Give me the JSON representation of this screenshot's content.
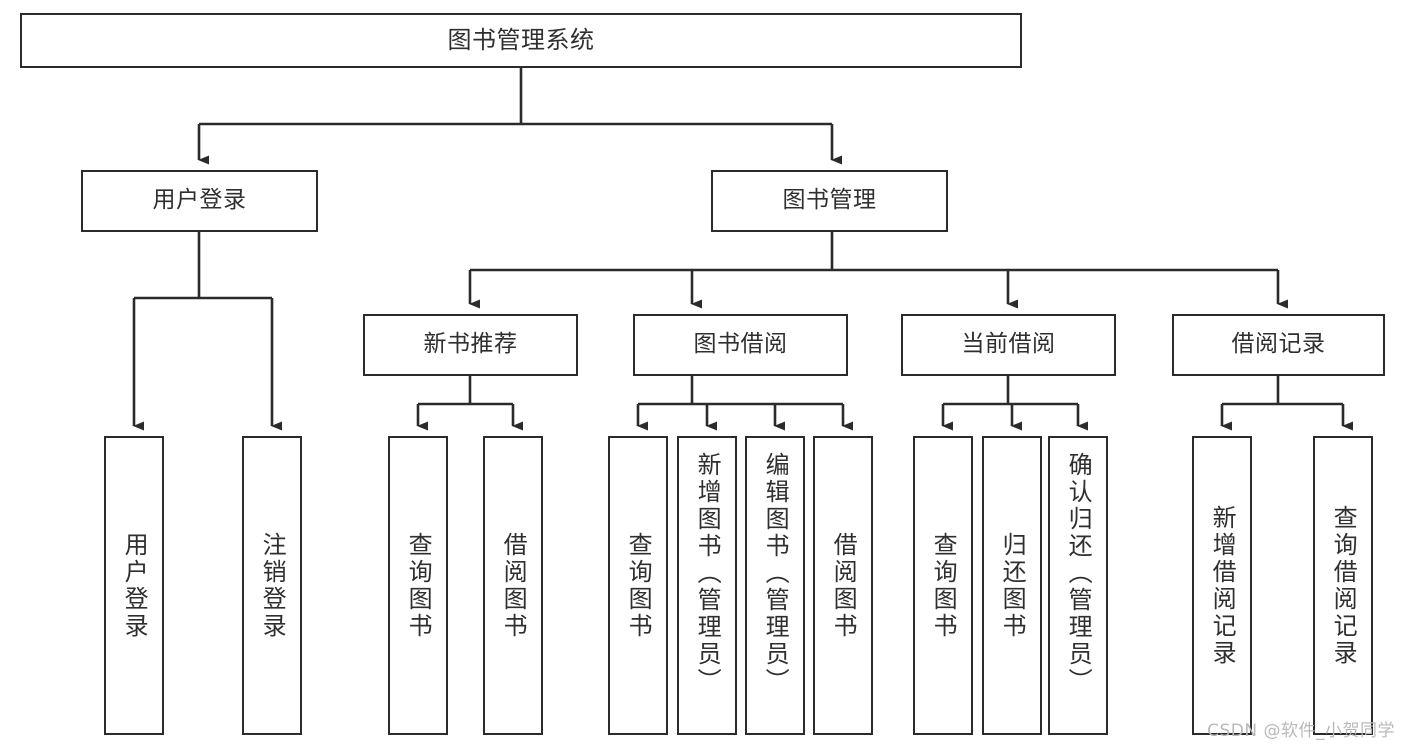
{
  "diagram": {
    "title": "图书管理系统",
    "type": "tree-hierarchy-chart",
    "stroke_color": "#2b2b2b",
    "text_color": "#2f2f2f",
    "background_color": "#ffffff"
  },
  "nodes": {
    "root": {
      "label": "图书管理系统"
    },
    "level2": [
      {
        "label": "用户登录"
      },
      {
        "label": "图书管理"
      }
    ],
    "level3": [
      {
        "label": "新书推荐"
      },
      {
        "label": "图书借阅"
      },
      {
        "label": "当前借阅"
      },
      {
        "label": "借阅记录"
      }
    ],
    "leaves_user_login": [
      {
        "label": "用户登录"
      },
      {
        "label": "注销登录"
      }
    ],
    "leaves_new_book": [
      {
        "label": "查询图书"
      },
      {
        "label": "借阅图书"
      }
    ],
    "leaves_borrow": [
      {
        "label": "查询图书"
      },
      {
        "label": "新增图书（管理员）"
      },
      {
        "label": "编辑图书（管理员）"
      },
      {
        "label": "借阅图书"
      }
    ],
    "leaves_current": [
      {
        "label": "查询图书"
      },
      {
        "label": "归还图书"
      },
      {
        "label": "确认归还（管理员）"
      }
    ],
    "leaves_records": [
      {
        "label": "新增借阅记录"
      },
      {
        "label": "查询借阅记录"
      }
    ]
  },
  "watermark": {
    "text": "CSDN @软件_小贺同学"
  }
}
